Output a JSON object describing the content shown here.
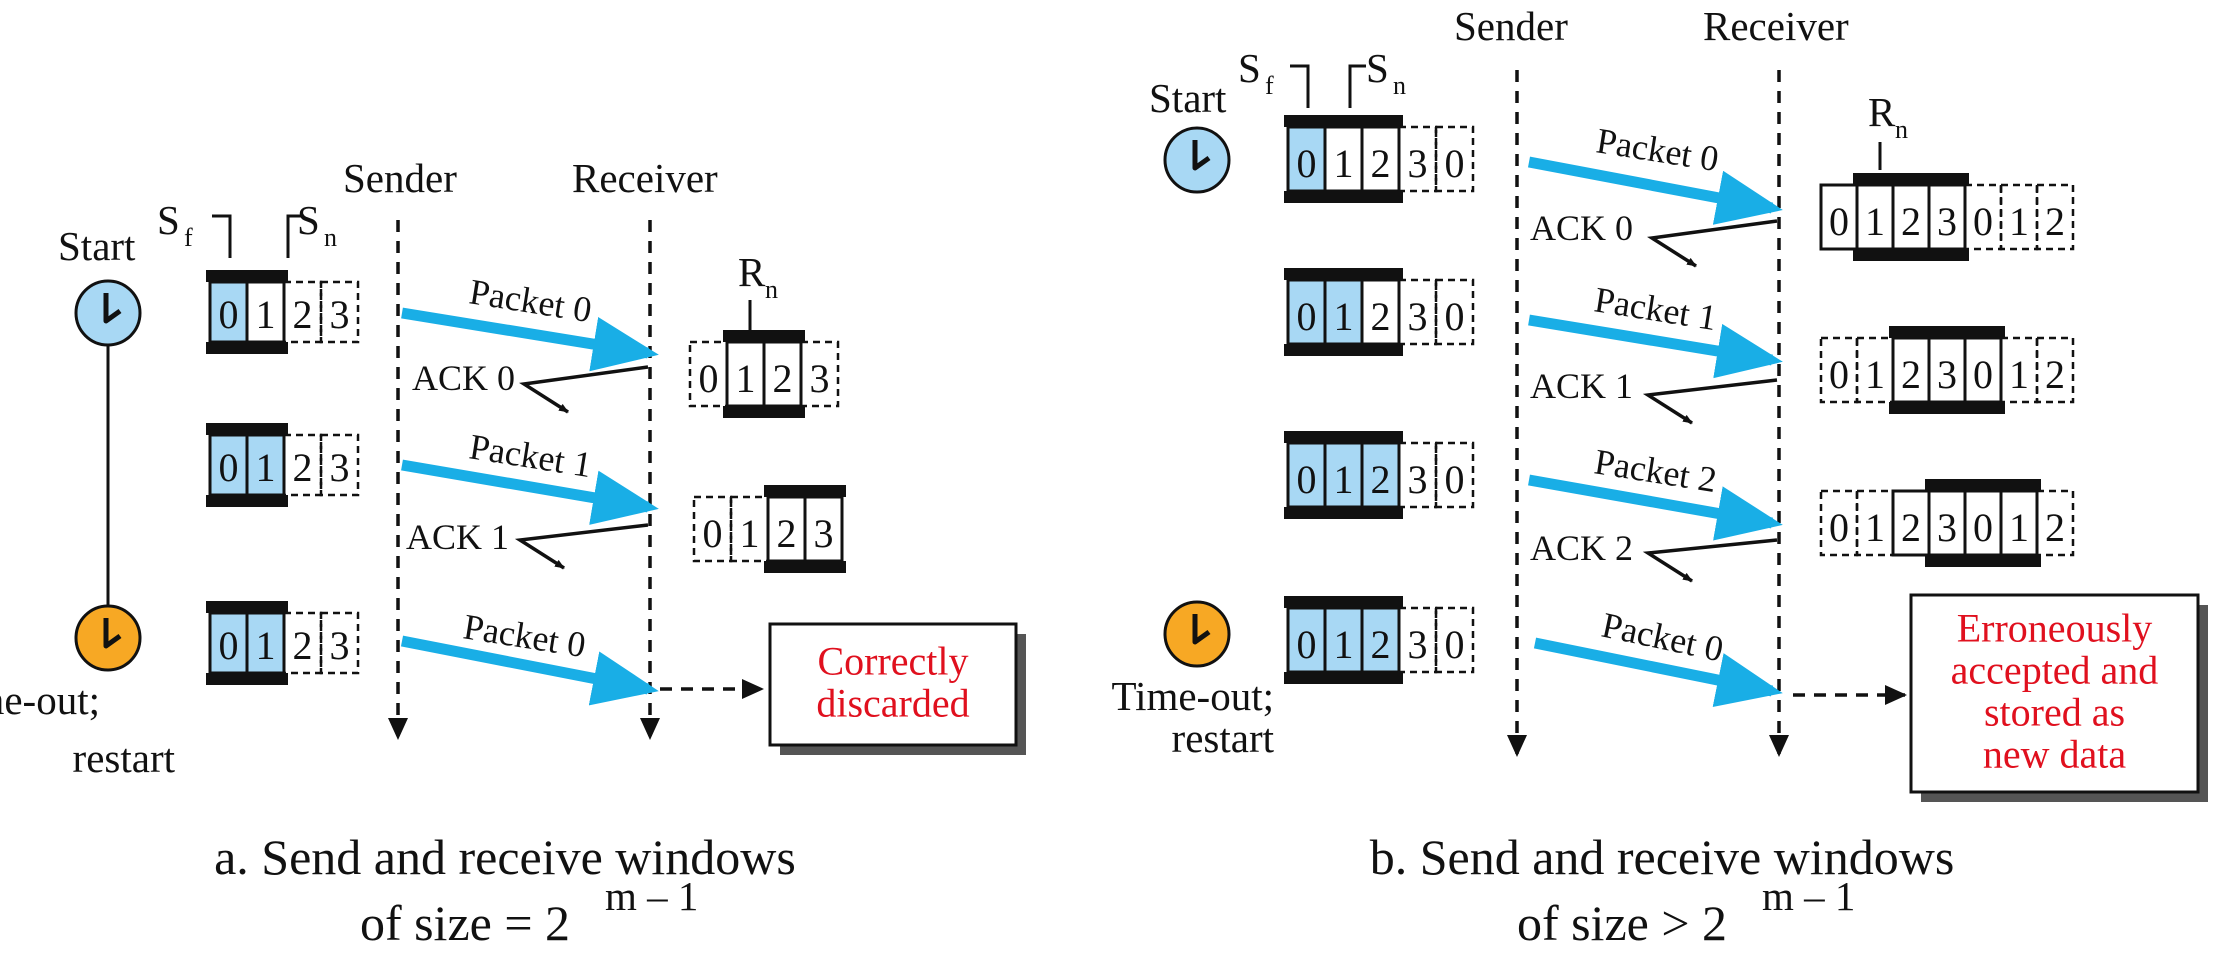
{
  "colors": {
    "arrow": "#19aee6",
    "highlight": "#a8d8f4",
    "clock_start": "#a8d8f4",
    "clock_timeout": "#f7a824",
    "note_text": "#e0101e",
    "stroke": "#111111"
  },
  "panel_a": {
    "labels": {
      "sender": "Sender",
      "receiver": "Receiver",
      "start": "Start",
      "timeout_line1": "Time-out;",
      "timeout_line2": "restart",
      "sf": "S",
      "sf_sub": "f",
      "sn": "S",
      "sn_sub": "n",
      "rn": "R",
      "rn_sub": "n"
    },
    "packets": [
      "Packet 0",
      "Packet 1",
      "Packet 0"
    ],
    "acks": [
      "ACK 0",
      "ACK 1"
    ],
    "send_window": [
      "0",
      "1",
      "2",
      "3"
    ],
    "recv_window": [
      "0",
      "1",
      "2",
      "3"
    ],
    "result": [
      "Correctly",
      "discarded"
    ],
    "caption_line1": "a. Send and receive windows",
    "caption_line2_prefix": "of size = 2",
    "caption_line2_exp": "m – 1"
  },
  "panel_b": {
    "labels": {
      "sender": "Sender",
      "receiver": "Receiver",
      "start": "Start",
      "timeout_line1": "Time-out;",
      "timeout_line2": "restart",
      "sf": "S",
      "sf_sub": "f",
      "sn": "S",
      "sn_sub": "n",
      "rn": "R",
      "rn_sub": "n"
    },
    "packets": [
      "Packet 0",
      "Packet 1",
      "Packet 2",
      "Packet 0"
    ],
    "acks": [
      "ACK 0",
      "ACK 1",
      "ACK 2"
    ],
    "send_window": [
      "0",
      "1",
      "2",
      "3",
      "0"
    ],
    "recv_window": [
      "0",
      "1",
      "2",
      "3",
      "0",
      "1",
      "2"
    ],
    "result": [
      "Erroneously",
      "accepted and",
      "stored as",
      "new data"
    ],
    "caption_line1": "b. Send and receive windows",
    "caption_line2_prefix": "of size > 2",
    "caption_line2_exp": "m – 1"
  }
}
